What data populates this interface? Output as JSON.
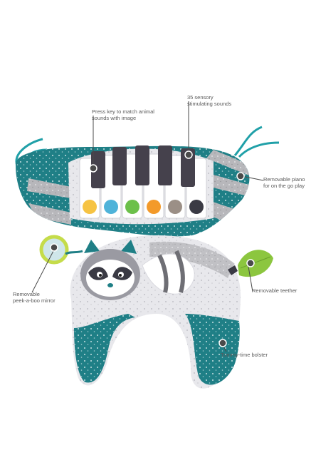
{
  "callouts": {
    "press_key": [
      "Press key to match animal",
      "sounds with image"
    ],
    "sensory_sounds": [
      "35 sensory",
      "stimulating sounds"
    ],
    "removable_piano": [
      "Removable piano",
      "for on the go play"
    ],
    "removable_teether": [
      "Removable teether"
    ],
    "peek_mirror": [
      "Removable",
      "peek-a-boo mirror"
    ],
    "tummy_bolster": [
      "Tummy-time bolster"
    ]
  },
  "colors": {
    "teal": "#1f7f86",
    "gray": "#a9a9ad",
    "dark_key": "#45414c",
    "white_key": "#ffffff",
    "leaf": "#8cc63f",
    "mirror_ring": "#c5dc4a",
    "text": "#5a5a5a"
  }
}
